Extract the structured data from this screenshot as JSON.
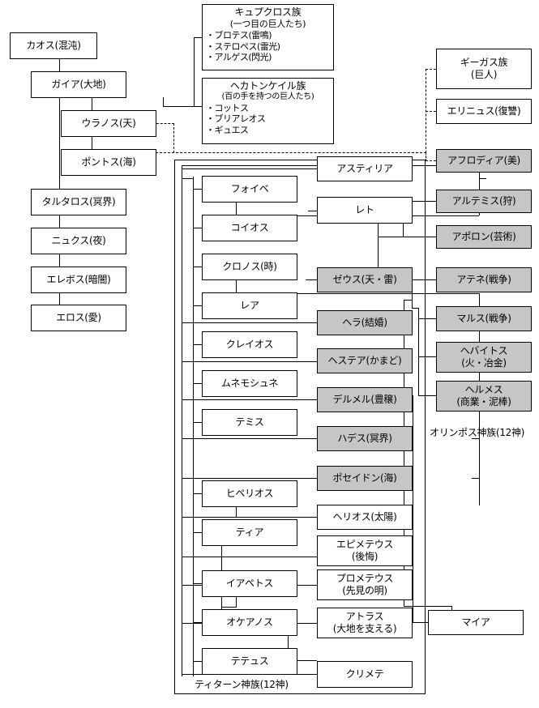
{
  "diagram": {
    "title_note": "Greek mythology genealogy chart (Japanese)",
    "group_labels": {
      "titans": "ティターン神族(12神)",
      "olympians": "オリンポス神族(12神)"
    },
    "nodes": {
      "chaos": "カオス(混沌)",
      "gaia": "ガイア(大地)",
      "uranus": "ウラノス(天)",
      "pontus": "ポントス(海)",
      "tartarus": "タルタロス(冥界)",
      "nyx": "ニュクス(夜)",
      "erebus": "エレボス(暗闇)",
      "eros": "エロス(愛)",
      "cyclopes_title": "キュプクロス族",
      "cyclopes_sub": "(一つ目の巨人たち)",
      "cyclopes_items": [
        "・ブロテス(雷鳴)",
        "・ステロペス(雷光)",
        "・アルゲス(閃光)"
      ],
      "hecatoncheires_title": "ヘカトンケイル族",
      "hecatoncheires_sub": "(百の手を持つの巨人たち)",
      "hecatoncheires_items": [
        "・コットス",
        "・ブリアレオス",
        "・ギュエス"
      ],
      "gigas_title": "ギーガス族",
      "gigas_sub": "(巨人)",
      "erinyes": "エリニュス(復讐)",
      "aphrodite": "アフロディア(美)",
      "phoebe": "フォイベ",
      "coeus": "コイオス",
      "cronus": "クロノス(時)",
      "rhea": "レア",
      "crius": "クレイオス",
      "mnemosyne": "ムネモシュネ",
      "themis": "テミス",
      "hyperion": "ヒペリオス",
      "theia": "ティア",
      "iapetus": "イアペトス",
      "oceanus": "オケアノス",
      "tethys": "テテュス",
      "asteria": "アスティリア",
      "leto": "レト",
      "zeus": "ゼウス(天・雷)",
      "hera": "ヘラ(結婚)",
      "hestia": "ヘステア(かまど)",
      "demeter": "デルメル(豊穣)",
      "hades": "ハデス(冥界)",
      "poseidon": "ポセイドン(海)",
      "helios": "ヘリオス(太陽)",
      "epimetheus": "エピメテウス\n(後悔)",
      "prometheus": "プロメテウス\n(先見の明)",
      "atlas": "アトラス\n(大地を支える)",
      "clymene": "クリメテ",
      "maia": "マイア",
      "artemis": "アルテミス(狩)",
      "apollo": "アポロン(芸術)",
      "athena": "アテネ(戦争)",
      "ares": "マルス(戦争)",
      "hephaestus": "ヘバイトス\n(火・冶金)",
      "hermes": "ヘルメス\n(商業・泥棒)"
    },
    "colors": {
      "shaded_fill": "#c6c6c6",
      "plain_fill": "#ffffff",
      "line": "#000000"
    }
  }
}
